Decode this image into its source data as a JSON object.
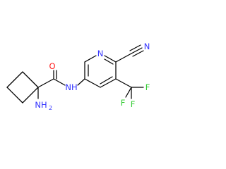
{
  "molecule": {
    "colors": {
      "carbon_bond": "#000000",
      "nitrogen": "#3333ff",
      "oxygen": "#ff2020",
      "fluorine": "#33cc33"
    },
    "atom_labels": {
      "amide_oxygen": "O",
      "amide_nh": "NH",
      "amine": "NH",
      "amine_subscript": "2",
      "pyridine_n": "N",
      "nitrile_n": "N",
      "fluorine_1": "F",
      "fluorine_2": "F",
      "fluorine_3": "F"
    }
  }
}
